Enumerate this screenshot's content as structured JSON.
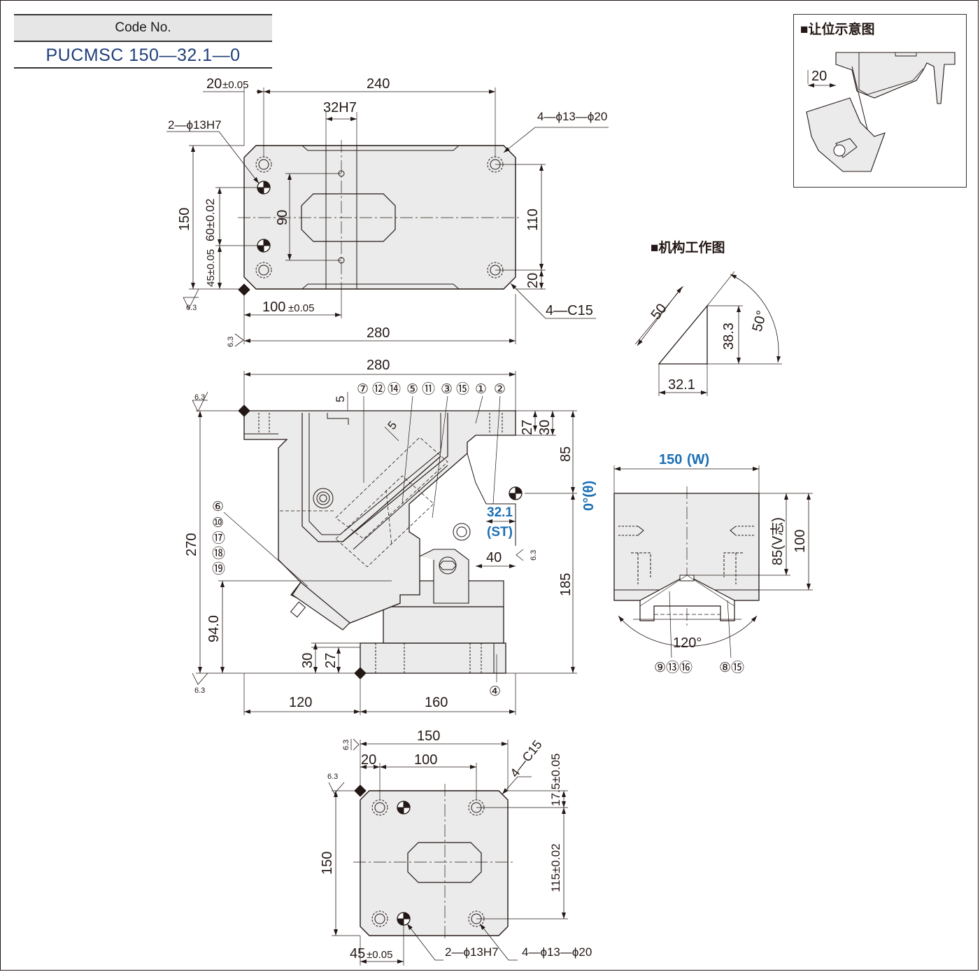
{
  "code": {
    "label": "Code No.",
    "value": "PUCMSC 150—32.1—0"
  },
  "colors": {
    "accent_blue": "#1b6fb5",
    "line": "#231815",
    "fill": "#ebebeb",
    "marker": "#231815"
  },
  "top_view": {
    "dim_20": "20",
    "tol_20": "±0.05",
    "dim_240": "240",
    "dim_32h7": "32H7",
    "hole_2": "2—ϕ13H7",
    "hole_4": "4—ϕ13—ϕ20",
    "dim_150": "150",
    "dim_60": "60±0.02",
    "dim_45": "45±0.05",
    "dim_90": "90",
    "dim_110": "110",
    "dim_20b": "20",
    "chamfer": "4—C15",
    "dim_100": "100",
    "tol_100": "±0.05",
    "dim_280": "280",
    "rough_a": "6.3",
    "rough_b": "6.3"
  },
  "front_view": {
    "dim_280": "280",
    "dim_5": "5",
    "dim_5b": "5",
    "parts_top": [
      "⑦",
      "⑫",
      "⑭",
      "⑤",
      "⑪",
      "③",
      "⑮",
      "①",
      "②"
    ],
    "parts_left": [
      "⑥",
      "⑩",
      "⑰",
      "⑱",
      "⑲"
    ],
    "part_4": "④",
    "dim_27": "27",
    "dim_30": "30",
    "dim_85": "85",
    "angle_label": "0°(θ)",
    "st_value": "32.1",
    "st_label": "(ST)",
    "dim_40": "40",
    "dim_185": "185",
    "dim_270": "270",
    "dim_94": "94.0",
    "dim_30b": "30",
    "dim_27b": "27",
    "dim_120": "120",
    "dim_160": "160",
    "rough": "6.3"
  },
  "mechanism": {
    "title": "■机构工作图",
    "dim_50": "50",
    "dim_38": "38.3",
    "angle": "50°",
    "dim_32": "32.1"
  },
  "side_view": {
    "width_value": "150",
    "width_label": "(W)",
    "dim_85": "85(V志)",
    "dim_100": "100",
    "angle": "120°",
    "parts_a": "⑨⑬⑯",
    "parts_b": "⑧⑮"
  },
  "bottom_view": {
    "dim_150": "150",
    "dim_20": "20",
    "dim_100": "100",
    "chamfer": "4—C15",
    "dim_17": "17.5±0.05",
    "dim_115": "115±0.02",
    "dim_150v": "150",
    "dim_45": "45",
    "tol_45": "±0.05",
    "hole_2": "2—ϕ13H7",
    "hole_4": "4—ϕ13—ϕ20",
    "rough": "6.3"
  },
  "inset": {
    "title": "■让位示意图",
    "dim_20": "20"
  }
}
